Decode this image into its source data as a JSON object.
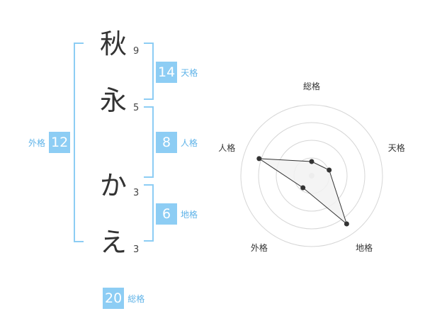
{
  "name": {
    "chars": [
      {
        "char": "秋",
        "strokes": "9"
      },
      {
        "char": "永",
        "strokes": "5"
      },
      {
        "char": "か",
        "strokes": "3"
      },
      {
        "char": "え",
        "strokes": "3"
      }
    ]
  },
  "scores": {
    "tenkaku": {
      "value": "14",
      "label": "天格"
    },
    "jinkaku": {
      "value": "8",
      "label": "人格"
    },
    "chikaku": {
      "value": "6",
      "label": "地格"
    },
    "gaikaku": {
      "value": "12",
      "label": "外格"
    },
    "soukaku": {
      "value": "20",
      "label": "総格"
    }
  },
  "colors": {
    "accent": "#8dcdf4",
    "label_text": "#5fb3e8",
    "radar_fill": "#f2f2f2",
    "radar_line": "#333333"
  },
  "chart_data": {
    "type": "radar",
    "axes": [
      "総格",
      "天格",
      "地格",
      "外格",
      "人格"
    ],
    "values": [
      0.2,
      0.26,
      0.84,
      0.21,
      0.78
    ],
    "range": [
      0,
      1
    ],
    "grid_rings": 4,
    "grid": true
  }
}
